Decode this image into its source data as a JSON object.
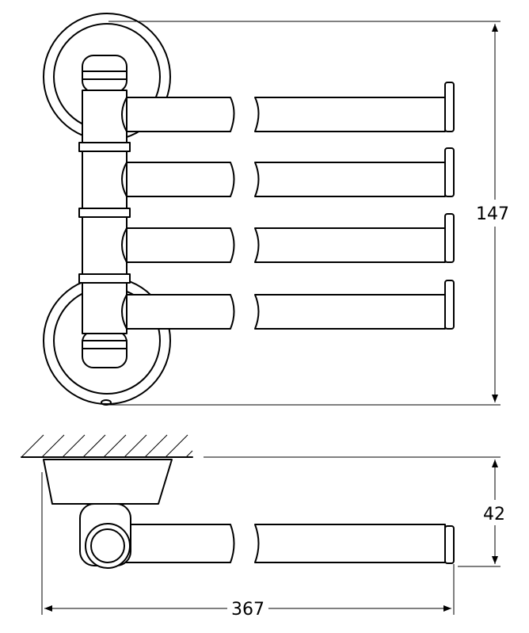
{
  "dimensions": {
    "height_front": "147",
    "depth_side": "42",
    "length_side": "367"
  }
}
